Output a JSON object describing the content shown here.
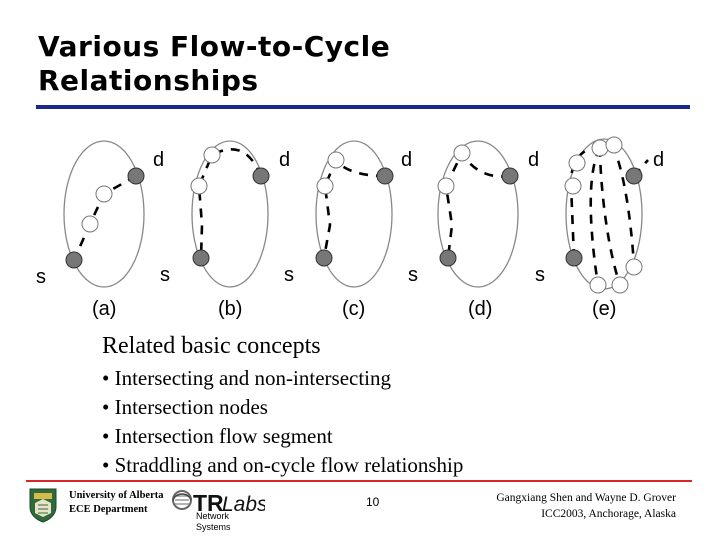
{
  "slide": {
    "title_line1": "Various Flow-to-Cycle",
    "title_line2": "Relationships",
    "accent_color": "#1a2a8c",
    "footer_rule_color": "#d9262b"
  },
  "diagram": {
    "panels": [
      {
        "caption": "(a)",
        "source_label": "s",
        "dest_label": "d"
      },
      {
        "caption": "(b)",
        "source_label": "s",
        "dest_label": "d"
      },
      {
        "caption": "(c)",
        "source_label": "s",
        "dest_label": "d"
      },
      {
        "caption": "(d)",
        "source_label": "s",
        "dest_label": "d"
      },
      {
        "caption": "(e)",
        "source_label": "s",
        "dest_label": "d"
      }
    ],
    "node_fill_gray": "#777777",
    "node_fill_white": "#ffffff"
  },
  "concepts": {
    "heading": "Related basic concepts",
    "bullets": [
      "• Intersecting and non-intersecting",
      "• Intersection nodes",
      "• Intersection flow segment",
      "• Straddling and on-cycle flow relationship"
    ]
  },
  "footer": {
    "university_line1": "University of Alberta",
    "university_line2": "ECE Department",
    "trlabs_line1": "Network",
    "trlabs_line2": "Systems",
    "page_number": "10",
    "authors_line1": "Gangxiang Shen and Wayne D. Grover",
    "authors_line2": "ICC2003, Anchorage, Alaska"
  }
}
